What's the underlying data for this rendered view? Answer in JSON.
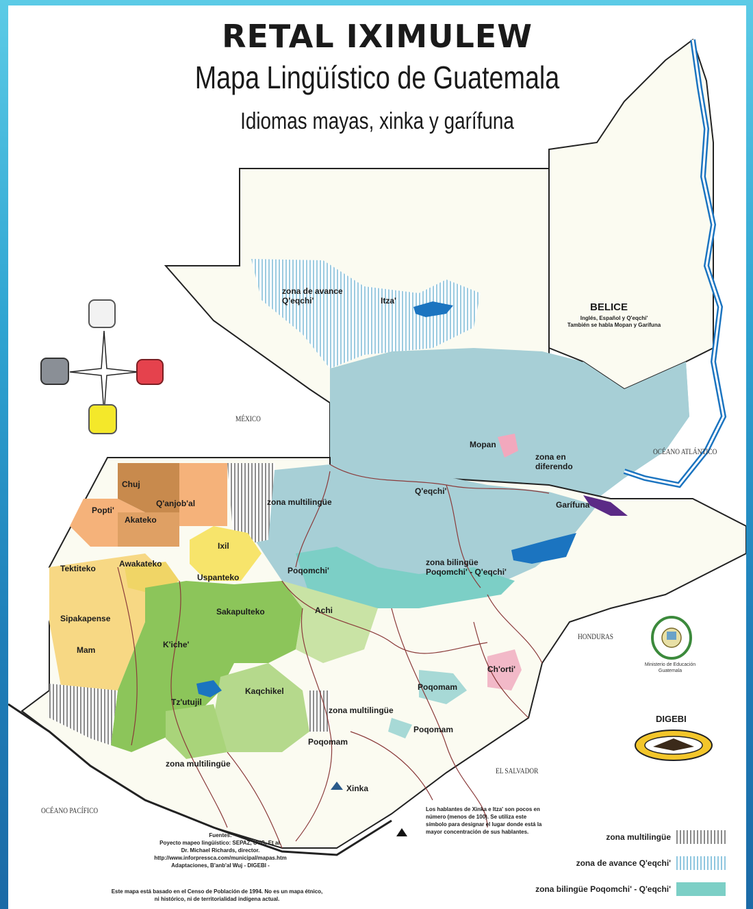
{
  "title": {
    "line1": "RETAL IXIMULEW",
    "line2": "Mapa Lingüístico de Guatemala",
    "line3": "Idiomas mayas, xinka y garífuna"
  },
  "countries": {
    "mexico": "MÉXICO",
    "belice": "BELICE",
    "honduras": "HONDURAS",
    "el_salvador": "EL SALVADOR",
    "oceano_atlantico": "OCÉANO ATLÁNTICO",
    "oceano_pacifico": "OCÉANO PACÍFICO"
  },
  "belice_note": {
    "line1": "Inglés, Español y Q'eqchi'",
    "line2": "También se habla Mopan y Garífuna"
  },
  "languages": {
    "chuj": "Chuj",
    "qanjobal": "Q'anjob'al",
    "popti": "Popti'",
    "akateko": "Akateko",
    "ixil": "Ixil",
    "awakateko": "Awakateko",
    "tektiteko": "Tektiteko",
    "uspanteko": "Uspanteko",
    "sipakapense": "Sipakapense",
    "sakapulteko": "Sakapulteko",
    "mam": "Mam",
    "kiche": "K'iche'",
    "tzutujil": "Tz'utujil",
    "kaqchikel": "Kaqchikel",
    "achi": "Achi",
    "poqomchi": "Poqomchi'",
    "qeqchi": "Q'eqchi'",
    "mopan": "Mopan",
    "itza": "Itza'",
    "garifuna": "Garífuna",
    "chorti": "Ch'orti'",
    "poqomam_a": "Poqomam",
    "poqomam_b": "Poqomam",
    "poqomam_c": "Poqomam",
    "xinka": "Xinka"
  },
  "zones": {
    "avance_line1": "zona de avance",
    "avance_line2": "Q'eqchi'",
    "multi_north": "zona multilingüe",
    "multi_south": "zona multilingüe",
    "multi_center": "zona multilingüe",
    "bilingue_line1": "zona bilingüe",
    "bilingue_line2": "Poqomchi' - Q'eqchi'",
    "diferendo_line1": "zona en",
    "diferendo_line2": "diferendo"
  },
  "xinka_note": "Los hablantes de Xinka e Itza' son pocos en número (menos de 100). Se utiliza este símbolo para designar el lugar donde está la mayor concentración de sus hablantes.",
  "sources": {
    "l1": "Fuentes:",
    "l2": "Poyecto mapeo lingüístico: SEPAZ, UVG, Et al.",
    "l3": "Dr. Michael Richards, director.",
    "l4": "http://www.inforpressca.com/municipal/mapas.htm",
    "l5": "Adaptaciones, B'anb'al Wuj - DIGEBI -"
  },
  "footer": {
    "l1": "Este mapa está basado en el Censo de Población de 1994. No es un mapa étnico,",
    "l2": "ni histórico, ni de territorialidad indígena actual."
  },
  "ministerio": "Ministerio de Educación Guatemala",
  "digebi": "DIGEBI",
  "legend": {
    "multi": "zona multilingüe",
    "avance": "zona de avance Q'eqchi'",
    "bilingue": "zona bilingüe Poqomchi' - Q'eqchi'"
  },
  "icons": [
    "compass-rose-icon",
    "glyph-north-icon",
    "glyph-west-icon",
    "glyph-east-icon",
    "glyph-south-icon",
    "xinka-triangle-icon",
    "ministerio-seal-icon",
    "digebi-logo-icon"
  ],
  "colors": {
    "qeqchi": "#a7cfd6",
    "kiche": "#8cc55a",
    "mam": "#f7d884",
    "chuj": "#c88a4d",
    "qanjobal": "#f5b27a",
    "ixil": "#f7e46b",
    "achi": "#c9e3a5",
    "kaqchikel": "#b5d98c",
    "chorti": "#f2b9c8",
    "belice": "#a7cfd6",
    "garifuna": "#5b2a86"
  }
}
